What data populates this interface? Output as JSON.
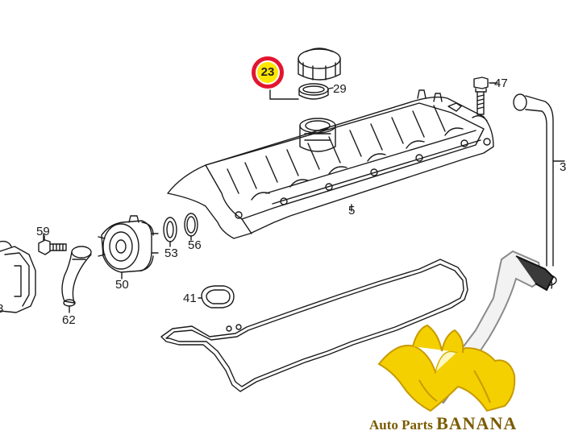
{
  "highlighted_part": "23",
  "highlight_colors": {
    "ring": "#e2162f",
    "fill": "#ffe600"
  },
  "labels": {
    "p29": "29",
    "p47": "47",
    "p5": "5",
    "p59": "59",
    "p50": "50",
    "p53": "53",
    "p56": "56",
    "p62": "62",
    "p41": "41",
    "p3_edge": "3",
    "p8_edge": "8"
  },
  "watermark": {
    "line1": "Auto Parts ",
    "line2": "BANANA",
    "icon": "banana-logo"
  }
}
